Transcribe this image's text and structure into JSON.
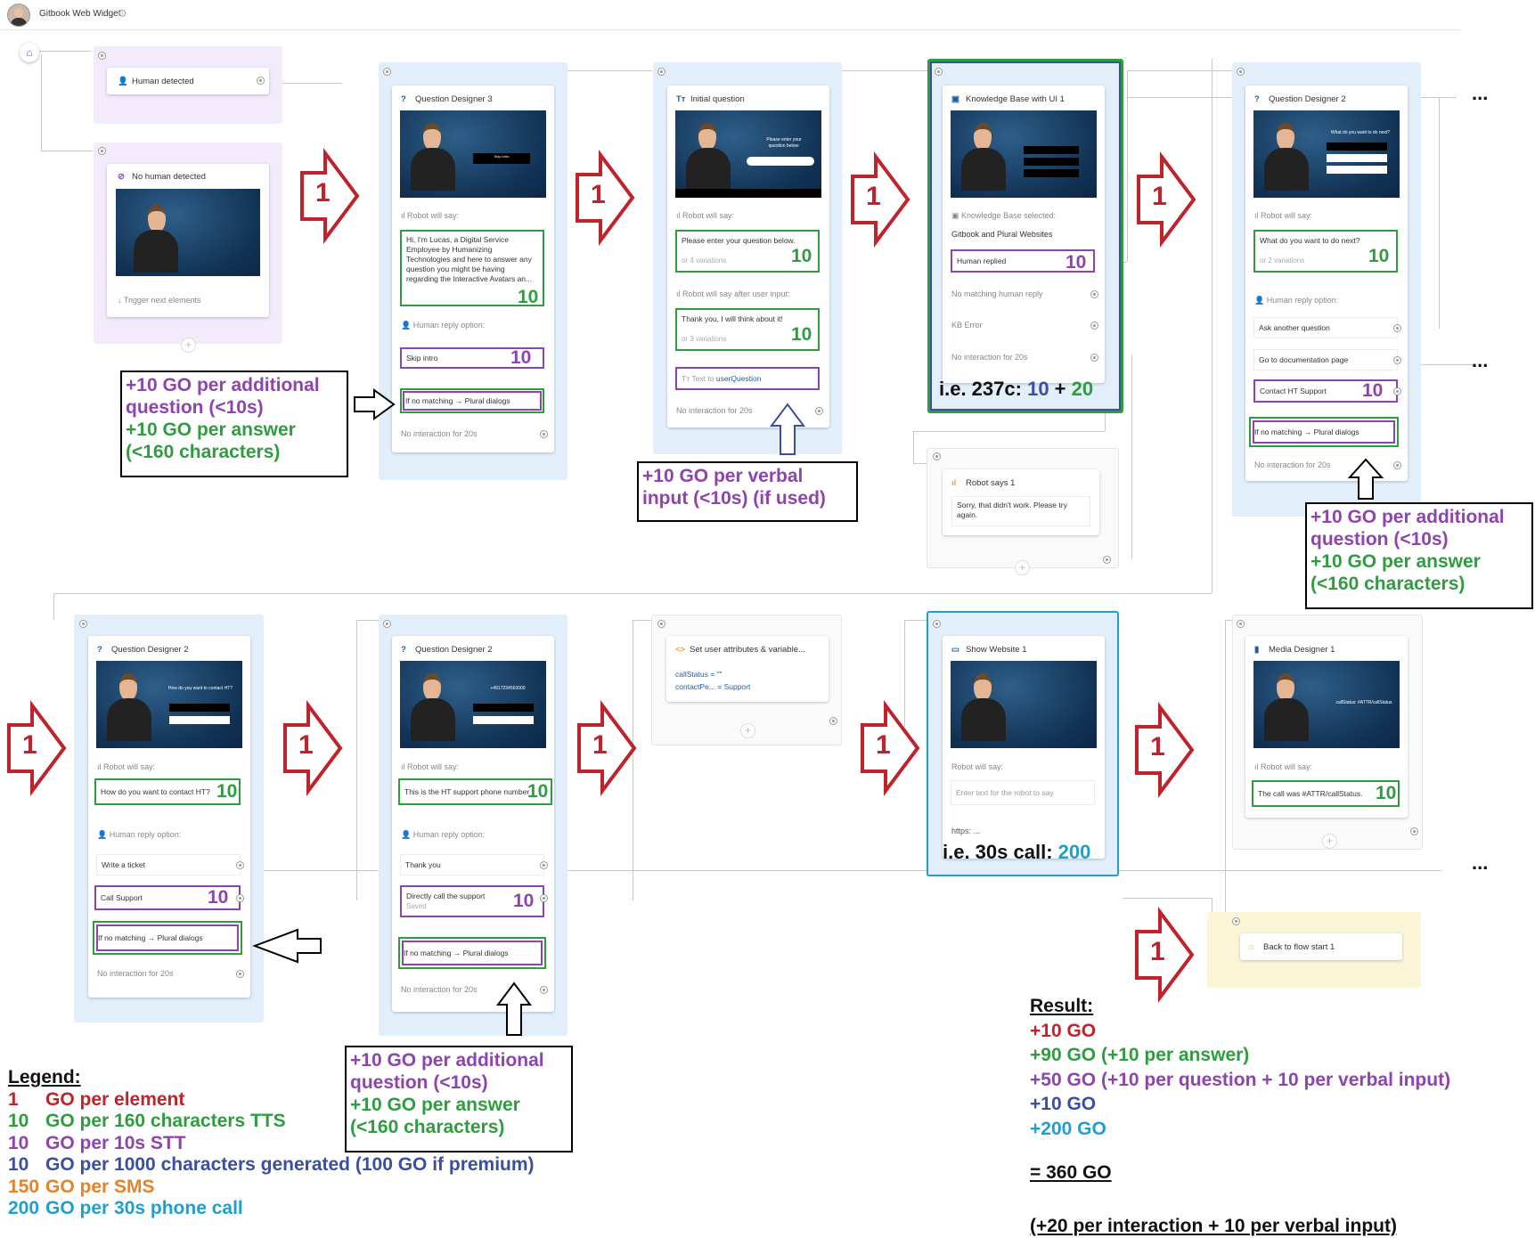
{
  "topbar": {
    "title": "Gitbook Web Widget"
  },
  "nodes": {
    "human_detected": {
      "title": "Human detected"
    },
    "no_human": {
      "title": "No human detected",
      "trigger": "Trigger next elements"
    },
    "qd3": {
      "title": "Question Designer 3",
      "robot_say": "Robot will say:",
      "text": "Hi, I'm Lucas, a Digital Service Employee by Humanizing Technologies and here to answer any question you might be having regarding the Interactive Avatars an...",
      "reply_label": "Human reply option:",
      "opt1": "Skip intro",
      "opt2": "If no matching → Plural dialogs",
      "noint": "No interaction for 20s",
      "screen_btn": "Skip intro"
    },
    "initq": {
      "title": "Initial question",
      "robot_say": "Robot will say:",
      "text": "Please enter your question below.",
      "variations": "or 4 variations",
      "after_label": "Robot will say after user input:",
      "text2": "Thank you, I will think about it!",
      "variations2": "or 3 variations",
      "text_to_prefix": "Text to ",
      "text_to_var": "userQuestion",
      "noint": "No interaction for 20s",
      "screen_line1": "Please enter your",
      "screen_line2": "question below:"
    },
    "kb": {
      "title": "Knowledge Base with UI 1",
      "kb_label": "Knowledge Base selected:",
      "kb_value": "Gitbook and Plural Websites",
      "opt1": "Human replied",
      "opt2": "No matching human reply",
      "opt3": "KB Error",
      "noint": "No interaction for 20s",
      "caption_prefix": "i.e. 237c: ",
      "caption_a": "10",
      "caption_plus": " + ",
      "caption_b": "20"
    },
    "robot_says": {
      "title": "Robot says 1",
      "text": "Sorry, that didn't work. Please try again."
    },
    "qd2a": {
      "title": "Question Designer 2",
      "robot_say": "Robot will say:",
      "text": "What do you want to do next?",
      "variations": "or 2 variations",
      "reply_label": "Human reply option:",
      "opt1": "Ask another question",
      "opt2": "Go to documentation page",
      "opt3": "Contact HT Support",
      "opt4": "If no matching → Plural dialogs",
      "noint": "No interaction for 20s",
      "screen_q": "What do you want to do next?"
    },
    "qd2b": {
      "title": "Question Designer 2",
      "robot_say": "Robot will say:",
      "text": "How do you want to contact HT?",
      "reply_label": "Human reply option:",
      "opt1": "Write a ticket",
      "opt2": "Call Support",
      "opt3": "If no matching → Plural dialogs",
      "noint": "No interaction for 20s",
      "screen_q": "How do you want to contact HT?"
    },
    "qd2c": {
      "title": "Question Designer 2",
      "robot_say": "Robot will say:",
      "text": "This is the HT support phone number",
      "reply_label": "Human reply option:",
      "opt1": "Thank you",
      "opt2": "Directly call the support",
      "opt2_sub": "Saved",
      "opt3": "If no matching → Plural dialogs",
      "noint": "No interaction for 20s",
      "screen_q": "+4917234563000"
    },
    "setattr": {
      "title": "Set user attributes & variable...",
      "line1": "callStatus = \"\"",
      "line2": "contactPe... = Support"
    },
    "website": {
      "title": "Show Website 1",
      "robot_say": "Robot will say:",
      "placeholder": "Enter text for the robot to say",
      "url": "https: ...",
      "caption_prefix": "i.e. 30s call: ",
      "caption_value": "200"
    },
    "media": {
      "title": "Media Designer 1",
      "robot_say": "Robot will say:",
      "text": "The call was #ATTR/callStatus.",
      "screen_q": "callStatus: #ATTR/callStatus"
    },
    "back": {
      "title": "Back to flow start 1"
    }
  },
  "badges": {
    "one": "1",
    "ten": "10"
  },
  "ellipsis": "...",
  "notes": {
    "qd3": {
      "l1": "+10 GO per additional",
      "l2": "question (<10s)",
      "l3": "+10 GO per answer",
      "l4": "(<160 characters)"
    },
    "verbal": {
      "l1": "+10 GO per verbal",
      "l2": "input (<10s) (if used)"
    },
    "qd2a": {
      "l1": "+10 GO per additional",
      "l2": "question (<10s)",
      "l3": "+10 GO per answer",
      "l4": "(<160 characters)"
    },
    "qd2c": {
      "l1": "+10 GO per additional",
      "l2": "question (<10s)",
      "l3": "+10 GO per answer",
      "l4": "(<160 characters)"
    }
  },
  "legend": {
    "title": "Legend:",
    "rows": [
      {
        "num": "1",
        "text": "GO per element",
        "color": "#c0232b"
      },
      {
        "num": "10",
        "text": "GO per 160 characters TTS",
        "color": "#2f9d3f"
      },
      {
        "num": "10",
        "text": "GO per 10s STT",
        "color": "#8e44ad"
      },
      {
        "num": "10",
        "text": "GO per 1000 characters generated (100 GO if premium)",
        "color": "#3a4fa0"
      },
      {
        "num": "150",
        "text": "GO per SMS",
        "color": "#e5822a"
      },
      {
        "num": "200",
        "text": "GO per 30s phone call",
        "color": "#1f9fcf"
      }
    ]
  },
  "result": {
    "title": "Result:",
    "l1": "+10 GO",
    "l2": "+90 GO (+10 per answer)",
    "l3": "+50 GO (+10 per question + 10 per verbal input)",
    "l4": "+10 GO",
    "l5": "+200 GO",
    "total": "= 360 GO",
    "footer": "(+20 per interaction + 10 per verbal input)"
  },
  "colors": {
    "red": "#c0232b",
    "green": "#2f9d3f",
    "purple": "#8e44ad",
    "navy": "#3a4fa0",
    "orange": "#e5822a",
    "cyan": "#1f9fcf"
  }
}
